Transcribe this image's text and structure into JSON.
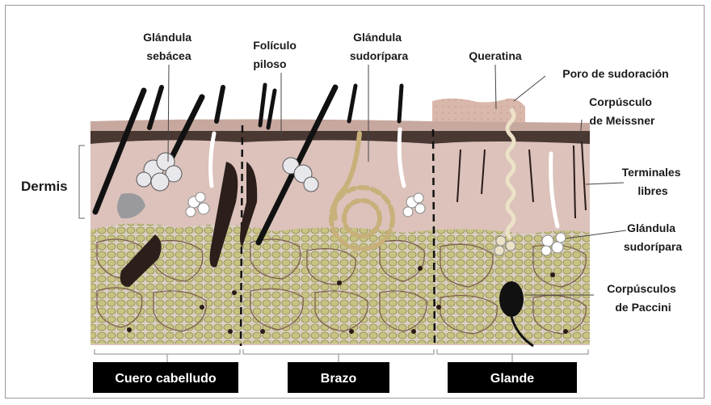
{
  "labels": {
    "glandula_sebacea": [
      "Glándula",
      "sebácea"
    ],
    "foliculo_piloso": [
      "Folículo",
      "piloso"
    ],
    "glandula_sudoripara_top": [
      "Glándula",
      "sudorípara"
    ],
    "queratina": "Queratina",
    "poro": "Poro de sudoración",
    "corpusculo_meissner": [
      "Corpúsculo",
      "de Meissner"
    ],
    "terminales_libres": [
      "Terminales",
      "libres"
    ],
    "glandula_sudoripara_right": [
      "Glándula",
      "sudorípara"
    ],
    "corpusculos_paccini": [
      "Corpúsculos",
      "de Paccini"
    ],
    "dermis": "Dermis"
  },
  "regions": [
    "Cuero cabelludo",
    "Brazo",
    "Glande"
  ],
  "colors": {
    "dermis": "#dcc2bb",
    "fat": "#c8c382",
    "fat_edge": "#8f8a4a",
    "epidermis": "#4a3833",
    "hair": "#111111",
    "region_box": "#000000"
  }
}
